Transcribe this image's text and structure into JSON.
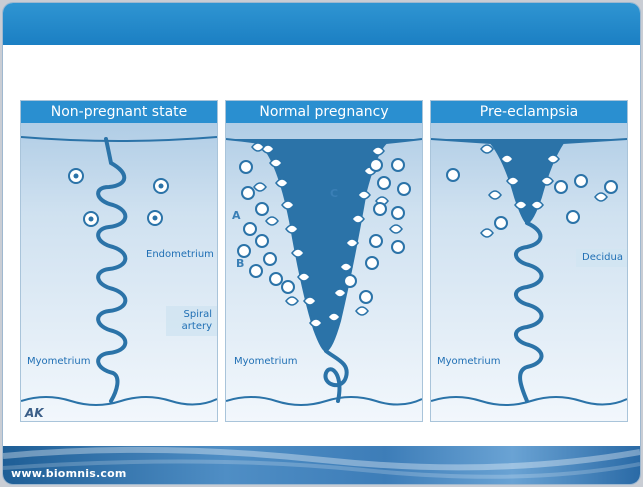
{
  "panels": [
    {
      "title": "Non-pregnant state"
    },
    {
      "title": "Normal pregnancy"
    },
    {
      "title": "Pre-eclampsia"
    }
  ],
  "labels": {
    "endometrium": "Endometrium",
    "spiral_artery": "Spiral artery",
    "myometrium": "Myometrium",
    "decidua": "Decidua",
    "letter_a": "A",
    "letter_b": "B",
    "letter_c": "C"
  },
  "logo_mark": "AK",
  "footer": {
    "url": "www.biomnis.com"
  },
  "colors": {
    "title_bar": "#2a8fd0",
    "artery": "#2b73a8",
    "tissue_top": "#c2d8ec",
    "tissue_bottom": "#edf4fb",
    "text_blue": "#1f6fb4"
  },
  "icons": [
    "trophoblast-cell-icon",
    "round-cell-icon"
  ]
}
